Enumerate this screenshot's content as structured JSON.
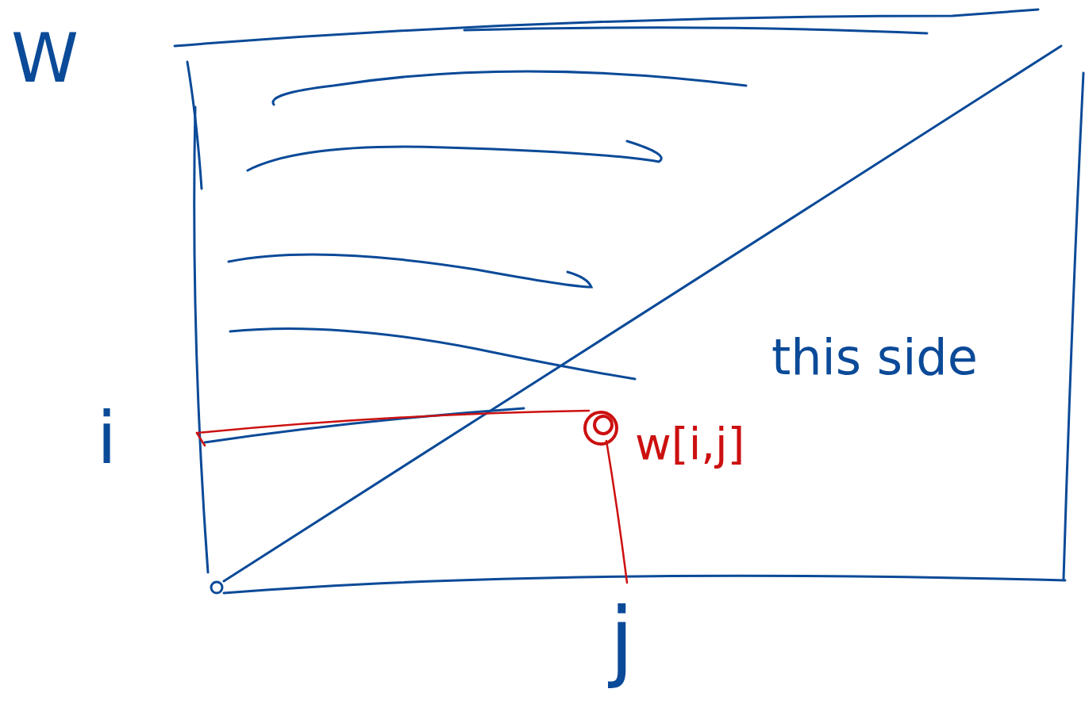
{
  "diagram": {
    "labels": [
      "W",
      "i",
      "j",
      "w[i,j]",
      "this side"
    ]
  }
}
